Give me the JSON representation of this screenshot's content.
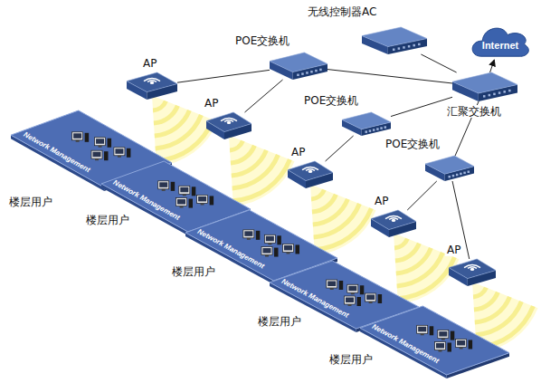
{
  "diagram": {
    "nodes": [
      {
        "text": [
          "无线控制器AC"
        ]
      },
      {
        "text": [
          "Internet"
        ]
      },
      {
        "text": [
          "POE交换机"
        ]
      },
      {
        "text": [
          "汇聚交换机"
        ]
      },
      {
        "text": [
          "POE交换机"
        ]
      },
      {
        "text": [
          "POE交换机"
        ]
      },
      {
        "text": [
          "AP"
        ]
      },
      {
        "text": [
          "AP"
        ]
      },
      {
        "text": [
          "AP"
        ]
      },
      {
        "text": [
          "AP"
        ]
      },
      {
        "text": [
          "AP"
        ]
      },
      {
        "text": [
          "Network Management",
          "楼层用户"
        ]
      },
      {
        "text": [
          "Network Management",
          "楼层用户"
        ]
      },
      {
        "text": [
          "Network Management",
          "楼层用户"
        ]
      },
      {
        "text": [
          "Network Management",
          "楼层用户"
        ]
      },
      {
        "text": [
          "Network Management",
          "楼层用户"
        ]
      }
    ],
    "edges": [
      {
        "from": 0,
        "to": 3,
        "arrow": "none"
      },
      {
        "from": 3,
        "to": 1,
        "arrow": "to"
      },
      {
        "from": 2,
        "to": 6,
        "arrow": "none"
      },
      {
        "from": 2,
        "to": 7,
        "arrow": "none"
      },
      {
        "from": 2,
        "to": 3,
        "arrow": "none"
      },
      {
        "from": 4,
        "to": 8,
        "arrow": "none"
      },
      {
        "from": 4,
        "to": 3,
        "arrow": "none"
      },
      {
        "from": 5,
        "to": 9,
        "arrow": "none"
      },
      {
        "from": 5,
        "to": 10,
        "arrow": "none"
      },
      {
        "from": 5,
        "to": 3,
        "arrow": "none"
      }
    ]
  }
}
